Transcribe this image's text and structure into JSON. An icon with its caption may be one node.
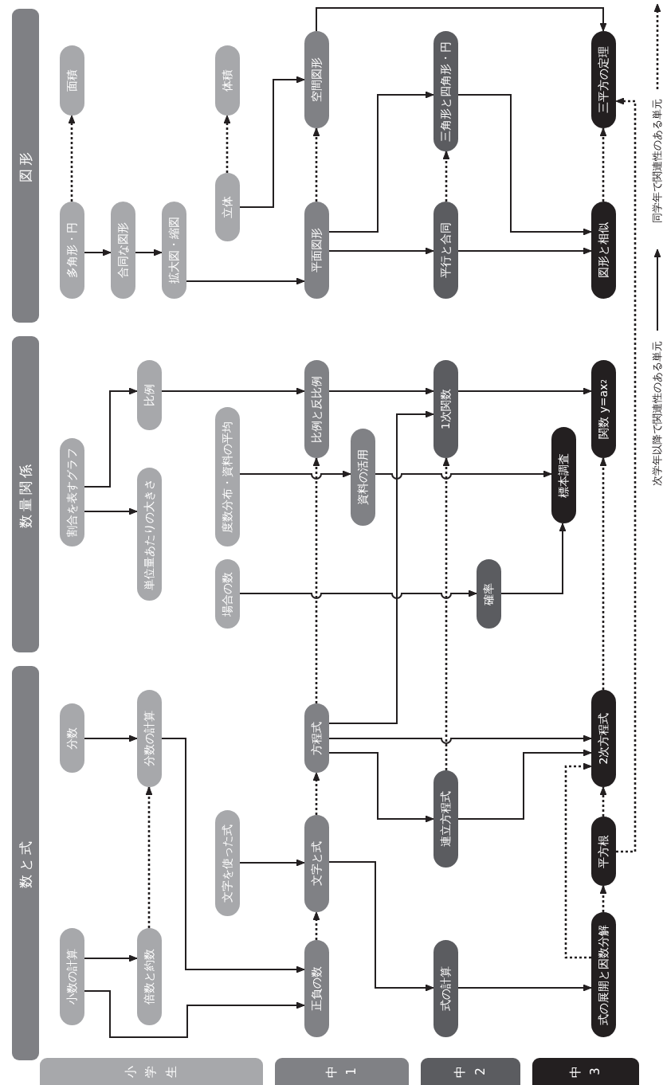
{
  "diagram": {
    "nodes": [
      {
        "text": [
          "数と式"
        ]
      },
      {
        "text": [
          "数量関係"
        ]
      },
      {
        "text": [
          "図形"
        ]
      },
      {
        "text": [
          "小学生"
        ]
      },
      {
        "text": [
          "中1"
        ]
      },
      {
        "text": [
          "中2"
        ]
      },
      {
        "text": [
          "中3"
        ]
      },
      {
        "text": [
          "小数の計算"
        ]
      },
      {
        "text": [
          "分数"
        ]
      },
      {
        "text": [
          "倍数と約数"
        ]
      },
      {
        "text": [
          "分数の計算"
        ]
      },
      {
        "text": [
          "文字を使った式"
        ]
      },
      {
        "text": [
          "正負の数"
        ]
      },
      {
        "text": [
          "文字と式"
        ]
      },
      {
        "text": [
          "方程式"
        ]
      },
      {
        "text": [
          "式の計算"
        ]
      },
      {
        "text": [
          "連立方程式"
        ]
      },
      {
        "text": [
          "式の展開と因数分解"
        ]
      },
      {
        "text": [
          "平方根"
        ]
      },
      {
        "text": [
          "2次方程式"
        ]
      },
      {
        "text": [
          "割合を表すグラフ"
        ]
      },
      {
        "text": [
          "単位量あたりの大きさ"
        ]
      },
      {
        "text": [
          "比例"
        ]
      },
      {
        "text": [
          "場合の数"
        ]
      },
      {
        "text": [
          "度数分布・資料の平均"
        ]
      },
      {
        "text": [
          "比例と反比例"
        ]
      },
      {
        "text": [
          "資料の活用"
        ]
      },
      {
        "text": [
          "1次関数"
        ]
      },
      {
        "text": [
          "確率"
        ]
      },
      {
        "text": [
          "標本調査"
        ]
      },
      {
        "text": [
          "関数 y=ax$^{2}$"
        ]
      },
      {
        "text": [
          "多角形・円"
        ]
      },
      {
        "text": [
          "合同な図形"
        ]
      },
      {
        "text": [
          "拡大図・縮図"
        ]
      },
      {
        "text": [
          "立体"
        ]
      },
      {
        "text": [
          "面積"
        ]
      },
      {
        "text": [
          "体積"
        ]
      },
      {
        "text": [
          "平面図形"
        ]
      },
      {
        "text": [
          "空間図形"
        ]
      },
      {
        "text": [
          "平行と合同"
        ]
      },
      {
        "text": [
          "三角形と四角形・円"
        ]
      },
      {
        "text": [
          "図形と相似"
        ]
      },
      {
        "text": [
          "三平方の定理"
        ]
      }
    ],
    "edges": [
      {
        "from": 7,
        "to": 9,
        "arrow": "to"
      },
      {
        "from": 7,
        "to": 12,
        "arrow": "to"
      },
      {
        "from": 8,
        "to": 10,
        "arrow": "to"
      },
      {
        "from": 9,
        "to": 10,
        "arrow": "to",
        "style": "dashed"
      },
      {
        "from": 10,
        "to": 12,
        "arrow": "to"
      },
      {
        "from": 11,
        "to": 13,
        "arrow": "to"
      },
      {
        "from": 12,
        "to": 13,
        "arrow": "to",
        "style": "dashed"
      },
      {
        "from": 13,
        "to": 14,
        "arrow": "to",
        "style": "dashed"
      },
      {
        "from": 13,
        "to": 15,
        "arrow": "to"
      },
      {
        "from": 14,
        "to": 16,
        "arrow": "to"
      },
      {
        "from": 14,
        "to": 19,
        "arrow": "to"
      },
      {
        "from": 14,
        "to": 27,
        "arrow": "to"
      },
      {
        "from": 14,
        "to": 25,
        "arrow": "to",
        "style": "dashed"
      },
      {
        "from": 15,
        "to": 17,
        "arrow": "to"
      },
      {
        "from": 16,
        "to": 19,
        "arrow": "to"
      },
      {
        "from": 16,
        "to": 27,
        "arrow": "to",
        "style": "dashed"
      },
      {
        "from": 17,
        "to": 18,
        "arrow": "to",
        "style": "dashed"
      },
      {
        "from": 17,
        "to": 19,
        "arrow": "to",
        "style": "dashed"
      },
      {
        "from": 18,
        "to": 19,
        "arrow": "to",
        "style": "dashed"
      },
      {
        "from": 18,
        "to": 42,
        "arrow": "to",
        "style": "dashed"
      },
      {
        "from": 19,
        "to": 30,
        "arrow": "to",
        "style": "dashed"
      },
      {
        "from": 20,
        "to": 21,
        "arrow": "to"
      },
      {
        "from": 20,
        "to": 22,
        "arrow": "to"
      },
      {
        "from": 22,
        "to": 25,
        "arrow": "to"
      },
      {
        "from": 23,
        "to": 28,
        "arrow": "to"
      },
      {
        "from": 24,
        "to": 26,
        "arrow": "to"
      },
      {
        "from": 26,
        "to": 29,
        "arrow": "to"
      },
      {
        "from": 25,
        "to": 27,
        "arrow": "to"
      },
      {
        "from": 27,
        "to": 30,
        "arrow": "to"
      },
      {
        "from": 28,
        "to": 29,
        "arrow": "to"
      },
      {
        "from": 31,
        "to": 32,
        "arrow": "to"
      },
      {
        "from": 32,
        "to": 33,
        "arrow": "to"
      },
      {
        "from": 31,
        "to": 35,
        "arrow": "to",
        "style": "dashed"
      },
      {
        "from": 33,
        "to": 37,
        "arrow": "to"
      },
      {
        "from": 34,
        "to": 36,
        "arrow": "to",
        "style": "dashed"
      },
      {
        "from": 34,
        "to": 38,
        "arrow": "to"
      },
      {
        "from": 37,
        "to": 38,
        "arrow": "to",
        "style": "dashed"
      },
      {
        "from": 37,
        "to": 40,
        "arrow": "to"
      },
      {
        "from": 37,
        "to": 39,
        "arrow": "to"
      },
      {
        "from": 39,
        "to": 40,
        "arrow": "to",
        "style": "dashed"
      },
      {
        "from": 39,
        "to": 41,
        "arrow": "to"
      },
      {
        "from": 40,
        "to": 41,
        "arrow": "to"
      },
      {
        "from": 41,
        "to": 42,
        "arrow": "to",
        "style": "dashed"
      },
      {
        "from": 38,
        "to": 42,
        "arrow": "to"
      }
    ],
    "legend": [
      {
        "text": "次学年以降で関連性のある単元"
      },
      {
        "text": "同学年で関連性のある単元"
      }
    ]
  }
}
